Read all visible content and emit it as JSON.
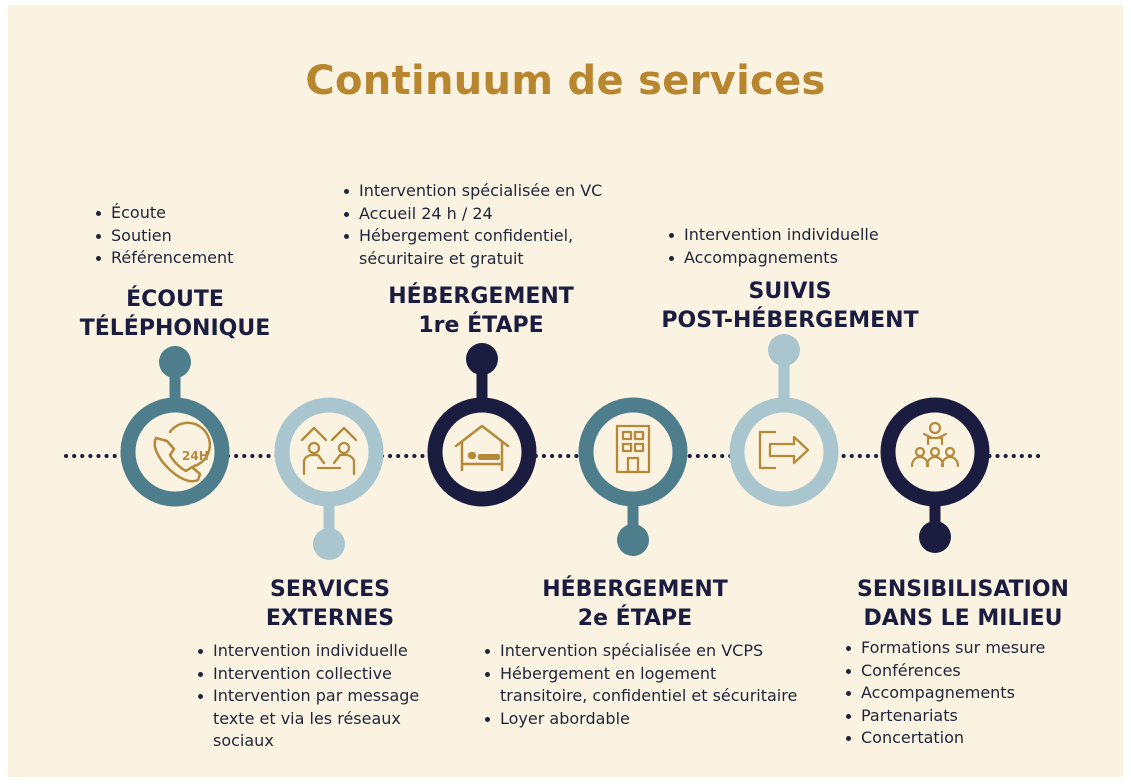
{
  "title": "Continuum de services",
  "colors": {
    "background": "#fbf3e2",
    "title": "#b7862f",
    "icon_gold": "#b48a3a",
    "teal": "#4e7d8c",
    "light_teal": "#a9c6cf",
    "navy": "#1a1c40",
    "text": "#1f2438"
  },
  "steps": [
    {
      "title_lines": [
        "ÉCOUTE",
        "TÉLÉPHONIQUE"
      ],
      "bullets": [
        "Écoute",
        "Soutien",
        "Référencement"
      ],
      "icon": "phone-24h-icon",
      "ring": "teal"
    },
    {
      "title_lines": [
        "SERVICES",
        "EXTERNES"
      ],
      "bullets": [
        "Intervention individuelle",
        "Intervention collective",
        "Intervention par message texte et via les réseaux sociaux"
      ],
      "icon": "support-people-icon",
      "ring": "light_teal"
    },
    {
      "title_lines": [
        "HÉBERGEMENT",
        "1re ÉTAPE"
      ],
      "bullets": [
        "Intervention spécialisée en VC",
        "Accueil 24 h / 24",
        "Hébergement confidentiel, sécuritaire et gratuit"
      ],
      "icon": "house-bed-icon",
      "ring": "navy"
    },
    {
      "title_lines": [
        "HÉBERGEMENT",
        "2e ÉTAPE"
      ],
      "bullets": [
        "Intervention spécialisée en VCPS",
        "Hébergement en logement transitoire, confidentiel et sécuritaire",
        "Loyer abordable"
      ],
      "icon": "apartment-building-icon",
      "ring": "teal"
    },
    {
      "title_lines": [
        "SUIVIS",
        "POST-HÉBERGEMENT"
      ],
      "bullets": [
        "Intervention individuelle",
        "Accompagnements"
      ],
      "icon": "exit-arrow-icon",
      "ring": "light_teal"
    },
    {
      "title_lines": [
        "SENSIBILISATION",
        "DANS LE MILIEU"
      ],
      "bullets": [
        "Formations sur mesure",
        "Conférences",
        "Accompagnements",
        "Partenariats",
        "Concertation"
      ],
      "icon": "audience-presentation-icon",
      "ring": "navy"
    }
  ]
}
